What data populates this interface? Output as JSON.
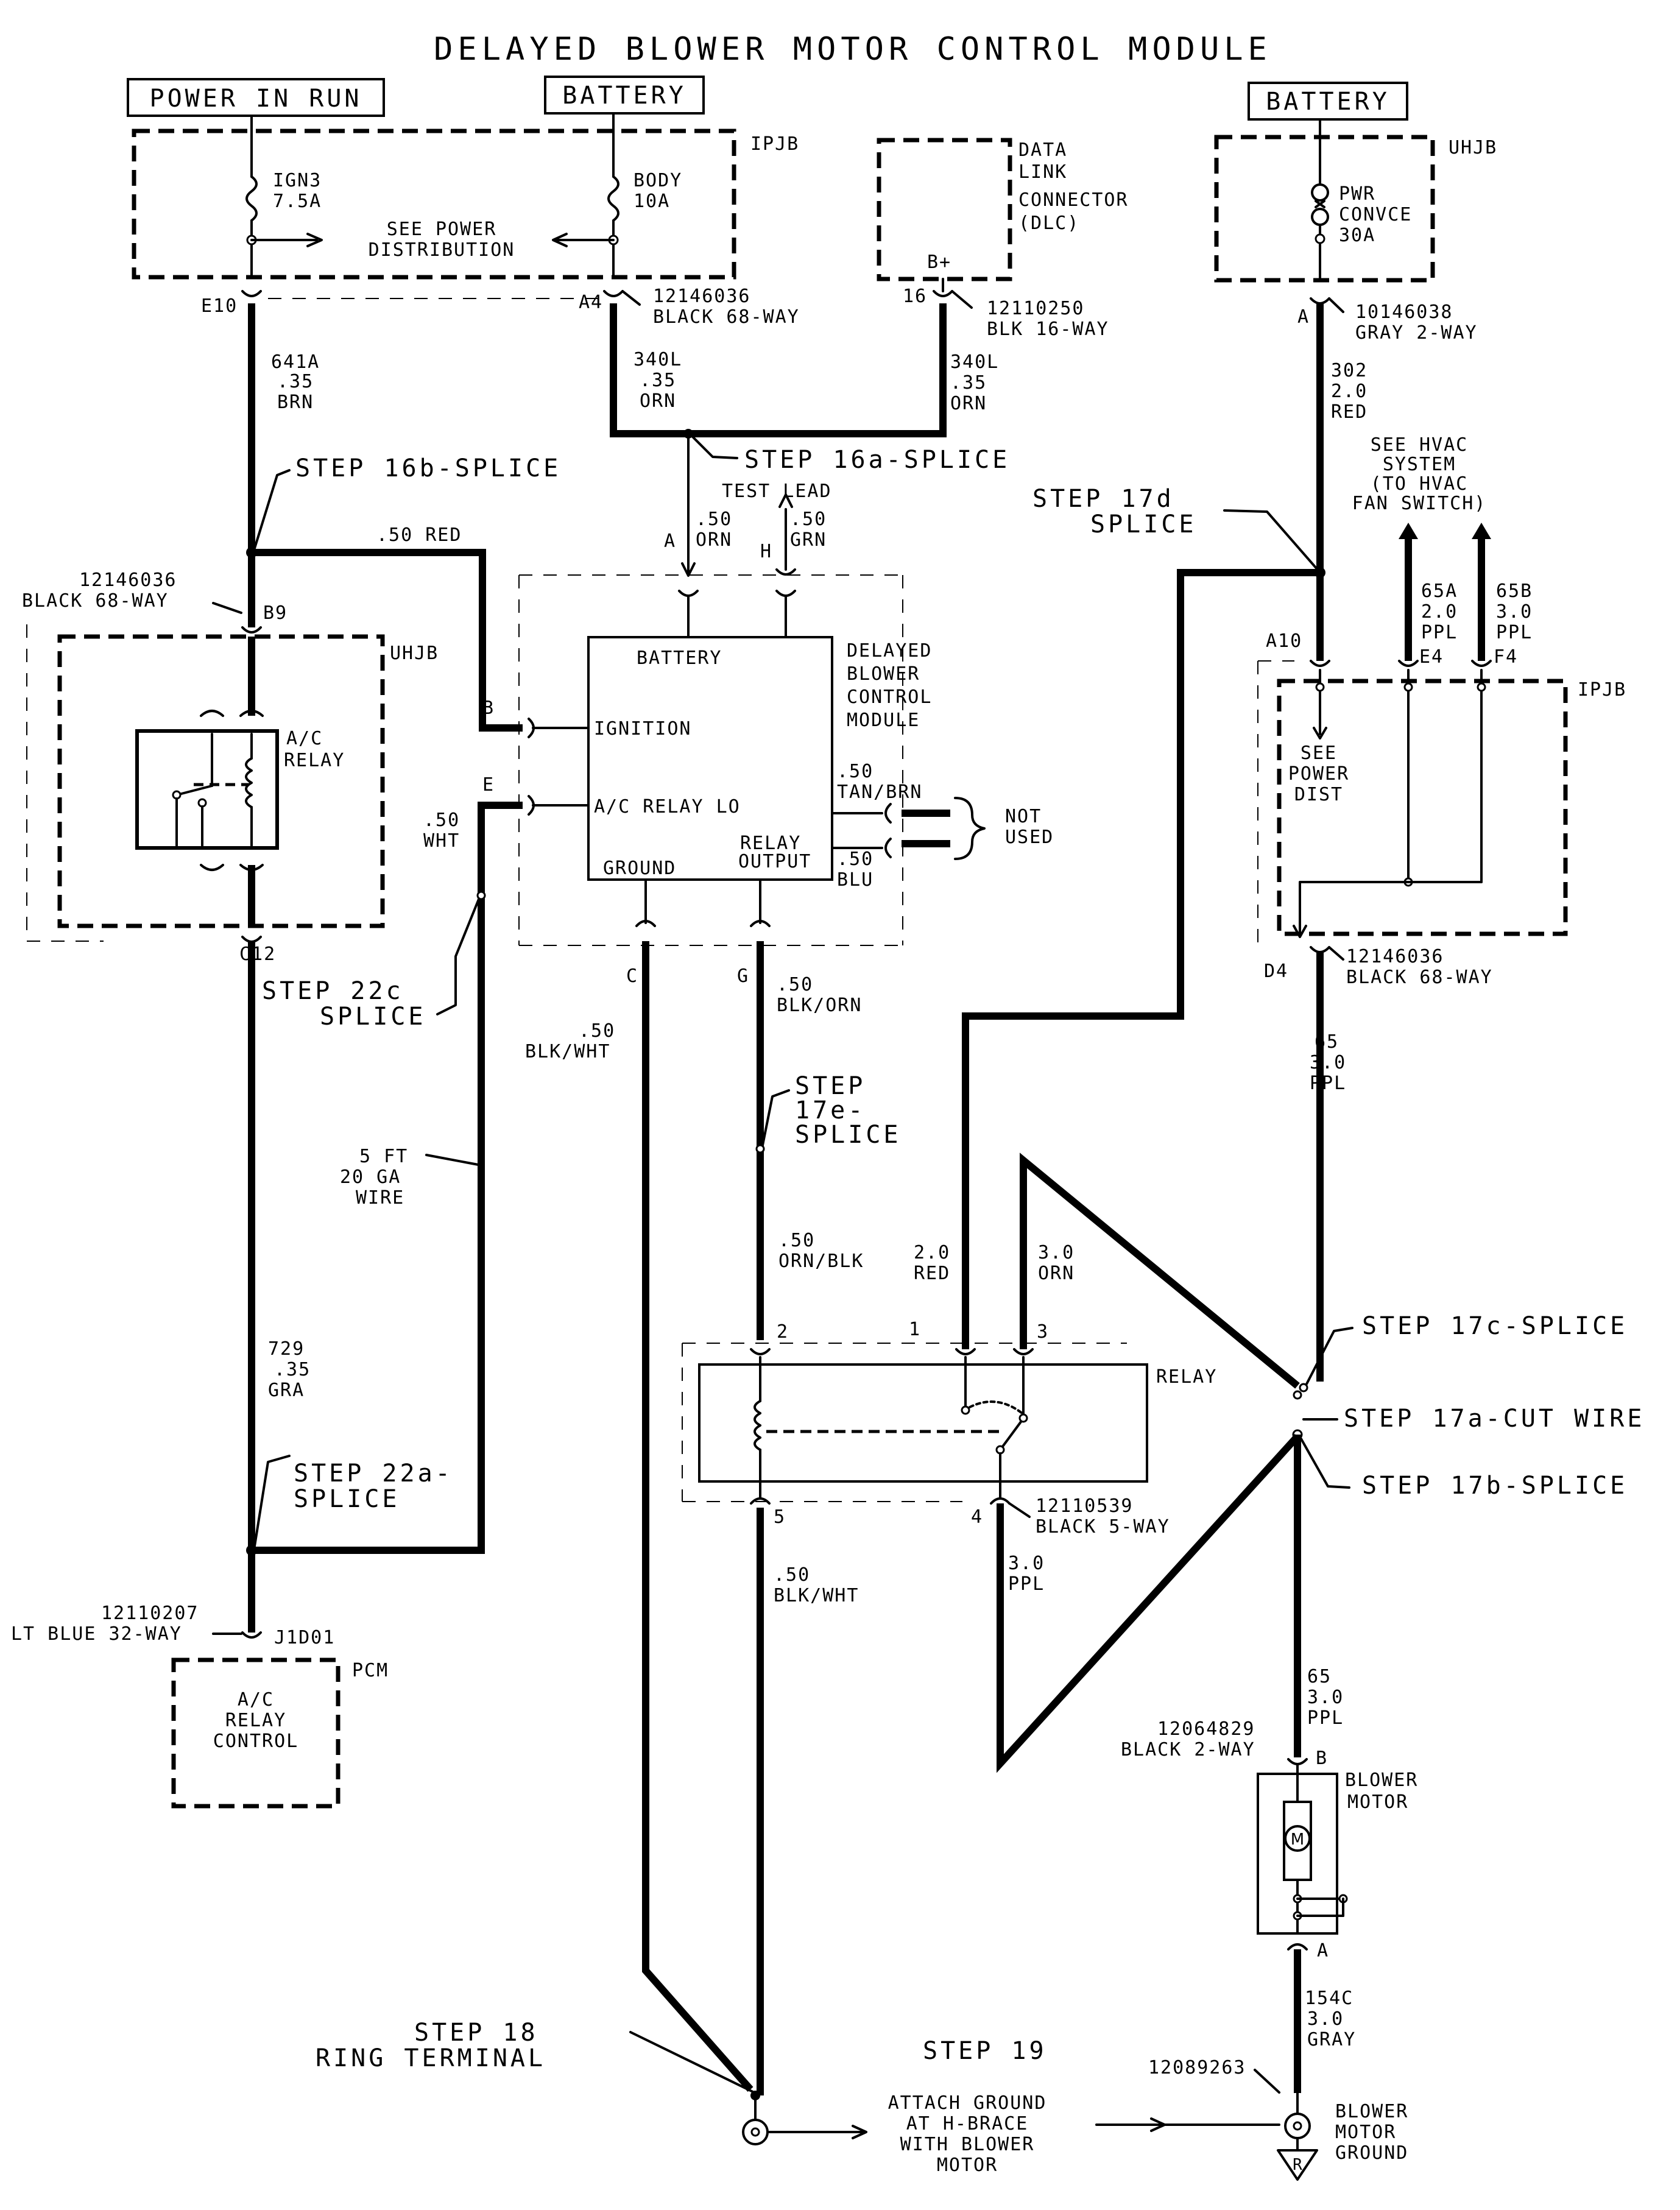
{
  "title": "DELAYED BLOWER MOTOR CONTROL MODULE",
  "headers": {
    "power_in_run": "POWER IN RUN",
    "battery_left": "BATTERY",
    "battery_right": "BATTERY"
  },
  "ipjb_top": {
    "name": "IPJB",
    "fuse_ign3": [
      "IGN3",
      "7.5A"
    ],
    "fuse_body": [
      "BODY",
      "10A"
    ],
    "see_power": [
      "SEE POWER",
      "DISTRIBUTION"
    ]
  },
  "dlc": {
    "lines": [
      "DATA",
      "LINK",
      "CONNECTOR",
      "(DLC)"
    ],
    "pin": "B+",
    "cavity": "16"
  },
  "uhjb_top": {
    "name": "UHJB",
    "fuse": [
      "PWR",
      "CONVCE",
      "30A"
    ]
  },
  "connectors": {
    "e10": "E10",
    "a4": "A4",
    "c_68way": [
      "12146036",
      "BLACK 68-WAY"
    ],
    "c_dlc": [
      "12110250",
      "BLK 16-WAY"
    ],
    "c_uhjb_a": "A",
    "c_gray2": [
      "10146038",
      "GRAY 2-WAY"
    ],
    "b9": "B9",
    "b9_conn": [
      "12146036",
      "BLACK 68-WAY"
    ],
    "c12": "C12",
    "a10": "A10",
    "e4": "E4",
    "f4": "F4",
    "d4": "D4",
    "d4_conn": [
      "12146036",
      "BLACK 68-WAY"
    ],
    "pcm_conn": [
      "12110207",
      "LT BLUE 32-WAY"
    ],
    "j1d01": "J1D01",
    "relay_conn": [
      "12110539",
      "BLACK 5-WAY"
    ],
    "blower_conn": [
      "12064829",
      "BLACK 2-WAY"
    ],
    "blower_b": "B",
    "blower_a": "A",
    "ground_part": "12089263"
  },
  "wires": {
    "w641a": [
      "641A",
      ".35",
      "BRN"
    ],
    "w340l_a": [
      "340L",
      ".35",
      "ORN"
    ],
    "w340l_b": [
      "340L",
      ".35",
      "ORN"
    ],
    "w302": [
      "302",
      "2.0",
      "RED"
    ],
    "red50": ".50 RED",
    "orn50": [
      ".50",
      "ORN"
    ],
    "grn50": [
      ".50",
      "GRN"
    ],
    "test_lead": "TEST LEAD",
    "w65a": [
      "65A",
      "2.0",
      "PPL"
    ],
    "w65b": [
      "65B",
      "3.0",
      "PPL"
    ],
    "wht50": [
      ".50",
      "WHT"
    ],
    "blk_wht_c": [
      ".50",
      "BLK/WHT"
    ],
    "blk_orn_g": [
      ".50",
      "BLK/ORN"
    ],
    "w65": [
      "65",
      "3.0",
      "PPL"
    ],
    "five_ft": [
      "5 FT",
      "20 GA",
      "WIRE"
    ],
    "orn_blk": [
      ".50",
      "ORN/BLK"
    ],
    "red20": [
      "2.0",
      "RED"
    ],
    "orn30": [
      "3.0",
      "ORN"
    ],
    "w729": [
      "729",
      ".35",
      "GRA"
    ],
    "blk_wht_5": [
      ".50",
      "BLK/WHT"
    ],
    "ppl30": [
      "3.0",
      "PPL"
    ],
    "w65_lower": [
      "65",
      "3.0",
      "PPL"
    ],
    "w154c": [
      "154C",
      "3.0",
      "GRAY"
    ],
    "tan_brn": [
      ".50",
      "TAN/BRN"
    ],
    "blu50": [
      ".50",
      "BLU"
    ]
  },
  "steps": {
    "s16b": "STEP 16b-SPLICE",
    "s16a": "STEP 16a-SPLICE",
    "s17d": [
      "STEP 17d",
      "SPLICE"
    ],
    "s22c": [
      "STEP 22c",
      "SPLICE"
    ],
    "s17e": [
      "STEP",
      "17e-",
      "SPLICE"
    ],
    "s17c": "STEP 17c-SPLICE",
    "s17a": "STEP 17a-CUT WIRE",
    "s17b": "STEP 17b-SPLICE",
    "s22a": [
      "STEP 22a-",
      "SPLICE"
    ],
    "s18": [
      "STEP 18",
      "RING TERMINAL"
    ],
    "s19": "STEP 19"
  },
  "hvac_note": [
    "SEE HVAC",
    "SYSTEM",
    "(TO HVAC",
    "FAN SWITCH)"
  ],
  "uhjb_mid": {
    "name": "UHJB",
    "relay": [
      "A/C",
      "RELAY"
    ]
  },
  "module": {
    "battery": "BATTERY",
    "ignition": "IGNITION",
    "ac_relay_lo": "A/C RELAY LO",
    "ground": "GROUND",
    "relay_output": [
      "RELAY",
      "OUTPUT"
    ],
    "name": [
      "DELAYED",
      "BLOWER",
      "CONTROL",
      "MODULE"
    ],
    "pins": {
      "a": "A",
      "h": "H",
      "b": "B",
      "e": "E",
      "c": "C",
      "g": "G"
    }
  },
  "not_used": [
    "NOT",
    "USED"
  ],
  "ipjb_right": {
    "name": "IPJB",
    "see_power": [
      "SEE",
      "POWER",
      "DIST"
    ]
  },
  "relay": {
    "name": "RELAY",
    "pins": [
      "2",
      "1",
      "3",
      "5",
      "4"
    ]
  },
  "pcm": {
    "name": "PCM",
    "lines": [
      "A/C",
      "RELAY",
      "CONTROL"
    ]
  },
  "blower": {
    "name": [
      "BLOWER",
      "MOTOR"
    ],
    "symbol": "M"
  },
  "ground_note": [
    "ATTACH GROUND",
    "AT H-BRACE",
    "WITH BLOWER",
    "MOTOR"
  ],
  "blower_ground": [
    "BLOWER",
    "MOTOR",
    "GROUND"
  ],
  "ground_symbol": "R"
}
